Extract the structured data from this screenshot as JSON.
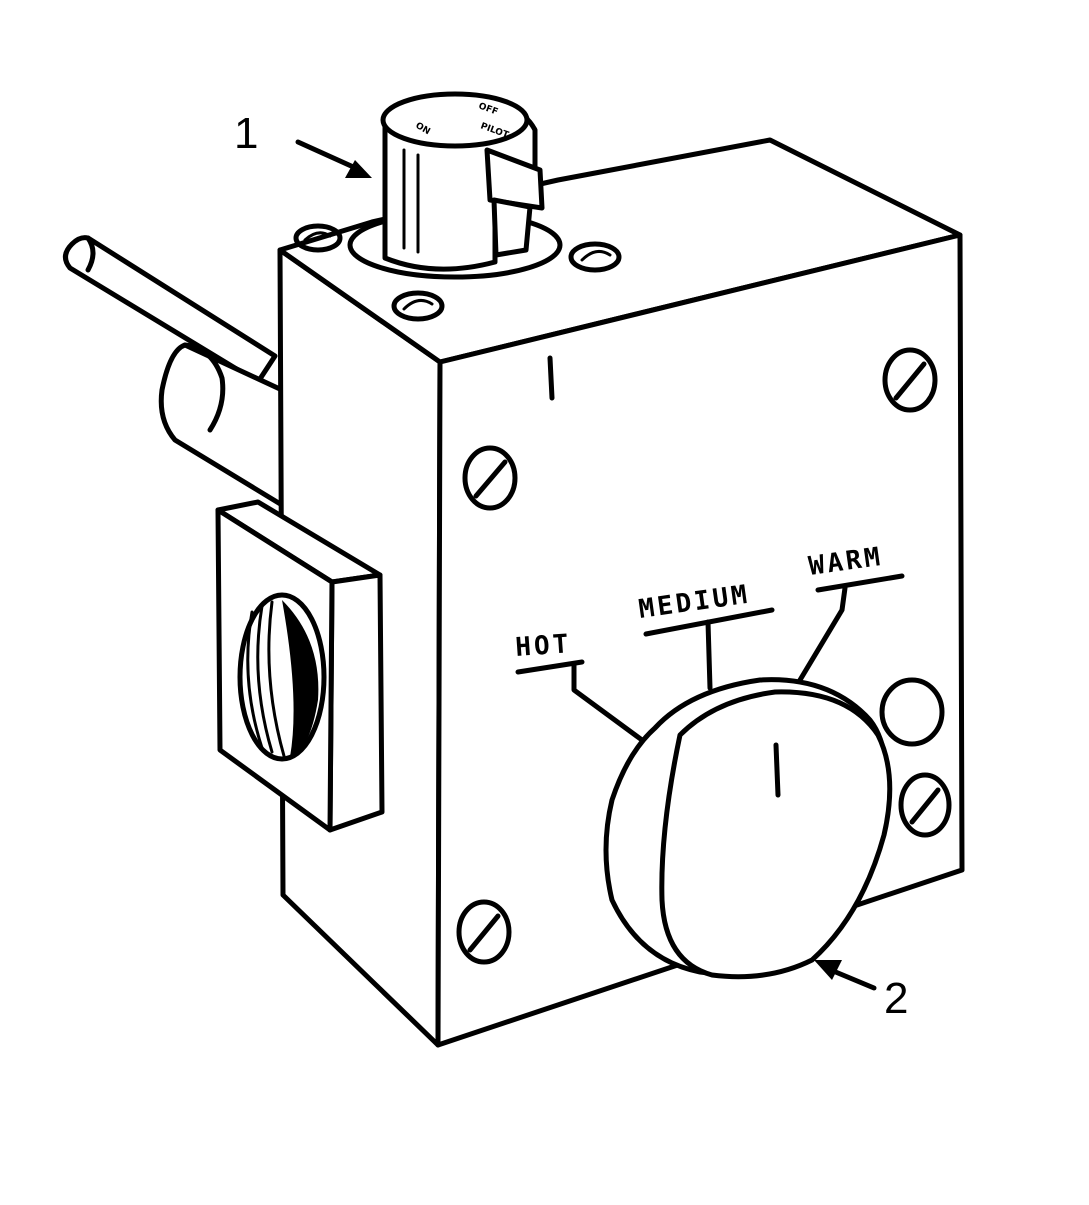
{
  "diagram": {
    "callouts": [
      {
        "number": "1"
      },
      {
        "number": "2"
      }
    ],
    "dial_labels": {
      "hot": "HOT",
      "medium": "MEDIUM",
      "warm": "WARM"
    },
    "colors": {
      "ink": "#000000",
      "paper": "#ffffff"
    }
  }
}
